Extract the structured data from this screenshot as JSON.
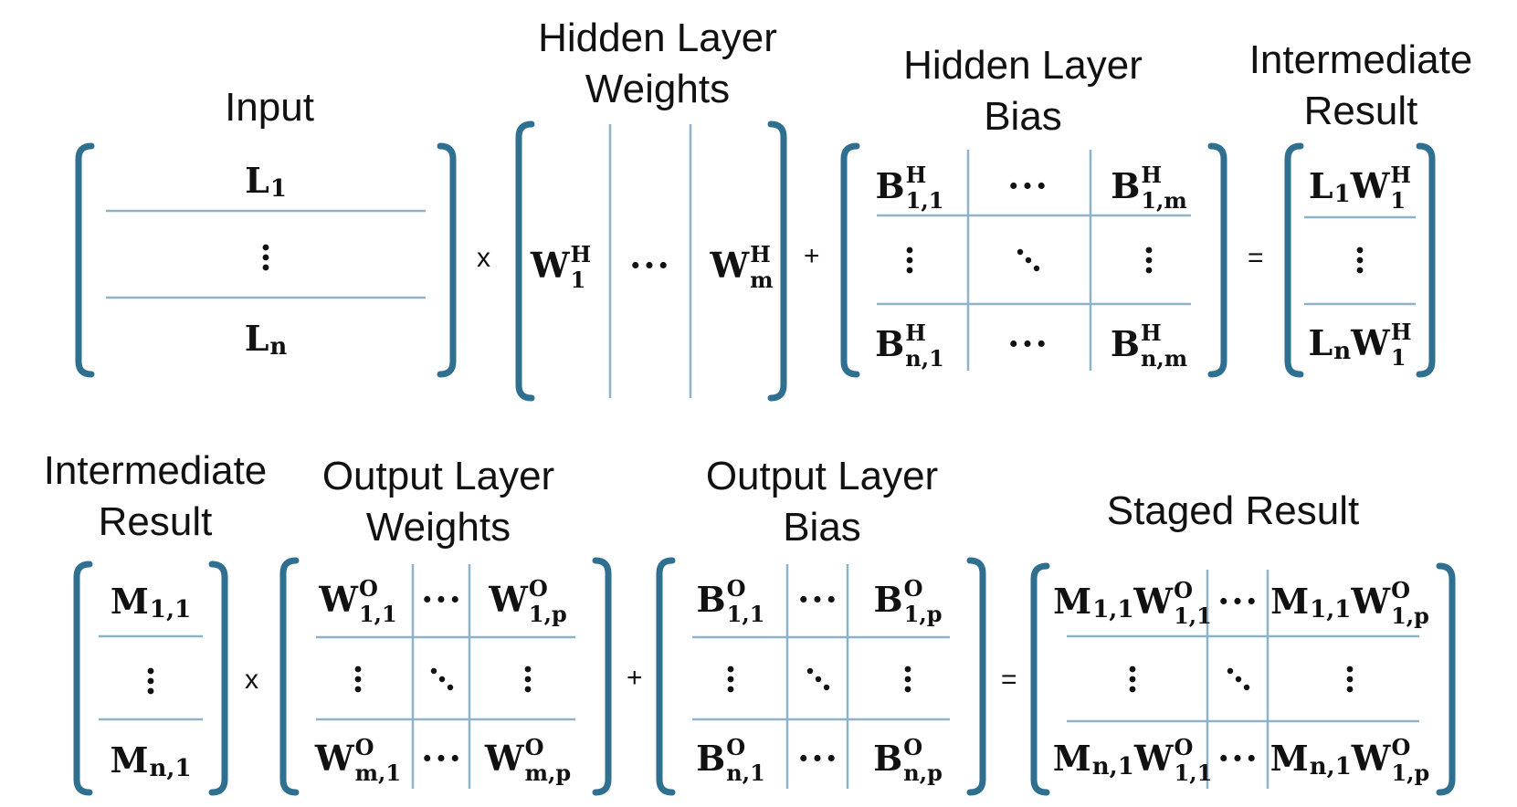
{
  "colors": {
    "bracket": "#2f6f8f",
    "grid": "#8fb3c6",
    "text": "#111111"
  },
  "row1": {
    "input": {
      "title": "Input",
      "cells": [
        {
          "base": "L",
          "sub": "1"
        },
        {
          "glyph": "vdots"
        },
        {
          "base": "L",
          "sub": "n"
        }
      ]
    },
    "op1": "x",
    "hidden_weights": {
      "title_line1": "Hidden Layer",
      "title_line2": "Weights",
      "cells": [
        {
          "base": "W",
          "sup": "H",
          "sub": "1"
        },
        {
          "text": "···"
        },
        {
          "base": "W",
          "sup": "H",
          "sub": "m"
        }
      ]
    },
    "op2": "+",
    "hidden_bias": {
      "title_line1": "Hidden Layer",
      "title_line2": "Bias",
      "cells": [
        {
          "base": "B",
          "sup": "H",
          "sub": "1,1"
        },
        {
          "text": "···"
        },
        {
          "base": "B",
          "sup": "H",
          "sub": "1,m"
        },
        {
          "glyph": "vdots"
        },
        {
          "glyph": "ddots"
        },
        {
          "glyph": "vdots"
        },
        {
          "base": "B",
          "sup": "H",
          "sub": "n,1"
        },
        {
          "text": "···"
        },
        {
          "base": "B",
          "sup": "H",
          "sub": "n,m"
        }
      ]
    },
    "op3": "=",
    "intermediate": {
      "title_line1": "Intermediate",
      "title_line2": "Result",
      "cells": [
        {
          "base": "L",
          "sub": "1",
          "base2": "W",
          "sup2": "H",
          "sub2": "1"
        },
        {
          "glyph": "vdots"
        },
        {
          "base": "L",
          "sub": "n",
          "base2": "W",
          "sup2": "H",
          "sub2": "1"
        }
      ]
    }
  },
  "row2": {
    "intermediate": {
      "title_line1": "Intermediate",
      "title_line2": "Result",
      "cells": [
        {
          "base": "M",
          "sub": "1,1"
        },
        {
          "glyph": "vdots"
        },
        {
          "base": "M",
          "sub": "n,1"
        }
      ]
    },
    "op1": "x",
    "output_weights": {
      "title_line1": "Output Layer",
      "title_line2": "Weights",
      "cells": [
        {
          "base": "W",
          "sup": "O",
          "sub": "1,1"
        },
        {
          "text": "···"
        },
        {
          "base": "W",
          "sup": "O",
          "sub": "1,p"
        },
        {
          "glyph": "vdots"
        },
        {
          "glyph": "ddots"
        },
        {
          "glyph": "vdots"
        },
        {
          "base": "W",
          "sup": "O",
          "sub": "m,1"
        },
        {
          "text": "···"
        },
        {
          "base": "W",
          "sup": "O",
          "sub": "m,p"
        }
      ]
    },
    "op2": "+",
    "output_bias": {
      "title_line1": "Output Layer",
      "title_line2": "Bias",
      "cells": [
        {
          "base": "B",
          "sup": "O",
          "sub": "1,1"
        },
        {
          "text": "···"
        },
        {
          "base": "B",
          "sup": "O",
          "sub": "1,p"
        },
        {
          "glyph": "vdots"
        },
        {
          "glyph": "ddots"
        },
        {
          "glyph": "vdots"
        },
        {
          "base": "B",
          "sup": "O",
          "sub": "n,1"
        },
        {
          "text": "···"
        },
        {
          "base": "B",
          "sup": "O",
          "sub": "n,p"
        }
      ]
    },
    "op3": "=",
    "staged": {
      "title": "Staged Result",
      "cells": [
        {
          "base": "M",
          "sub": "1,1",
          "base2": "W",
          "sup2": "O",
          "sub2": "1,1"
        },
        {
          "text": "···"
        },
        {
          "base": "M",
          "sub": "1,1",
          "base2": "W",
          "sup2": "O",
          "sub2": "1,p"
        },
        {
          "glyph": "vdots"
        },
        {
          "glyph": "ddots"
        },
        {
          "glyph": "vdots"
        },
        {
          "base": "M",
          "sub": "n,1",
          "base2": "W",
          "sup2": "O",
          "sub2": "1,1"
        },
        {
          "text": "···"
        },
        {
          "base": "M",
          "sub": "n,1",
          "base2": "W",
          "sup2": "O",
          "sub2": "1,p"
        }
      ]
    }
  }
}
